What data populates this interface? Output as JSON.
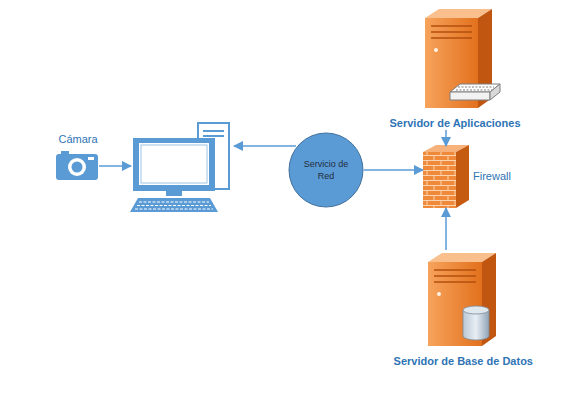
{
  "diagram": {
    "nodes": [
      {
        "text": [
          "Servidor de Aplicaciones"
        ]
      },
      {
        "text": [
          "Cámara"
        ]
      },
      {
        "text": [
          "Servicio de Red"
        ]
      },
      {
        "text": [
          "Firewall"
        ]
      },
      {
        "text": [
          "Servidor de Base de Datos"
        ]
      }
    ],
    "edges": [
      {
        "from": 2,
        "to": 3,
        "arrow": "to"
      },
      {
        "from": 0,
        "to": 3,
        "arrow": "to"
      },
      {
        "from": 4,
        "to": 3,
        "arrow": "to"
      }
    ]
  }
}
